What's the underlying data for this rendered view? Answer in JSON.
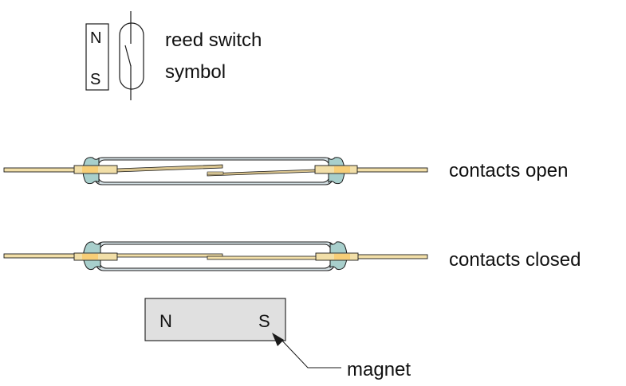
{
  "symbol": {
    "magnet_north": "N",
    "magnet_south": "S",
    "caption_line1": "reed switch",
    "caption_line2": "symbol"
  },
  "switches": [
    {
      "id": "open",
      "label": "contacts open",
      "state": "open"
    },
    {
      "id": "closed",
      "label": "contacts closed",
      "state": "closed"
    }
  ],
  "magnet": {
    "north": "N",
    "south": "S",
    "label": "magnet"
  },
  "colors": {
    "lead": "#f2dfa8",
    "lead_hot": "#f7c96a",
    "glass_seal": "#a8cfcc",
    "glass_inner": "#d6e2e6",
    "outline": "#1a1a1a",
    "magnet_fill": "#e0e0e0",
    "reed_dark": "#b8a57a"
  }
}
